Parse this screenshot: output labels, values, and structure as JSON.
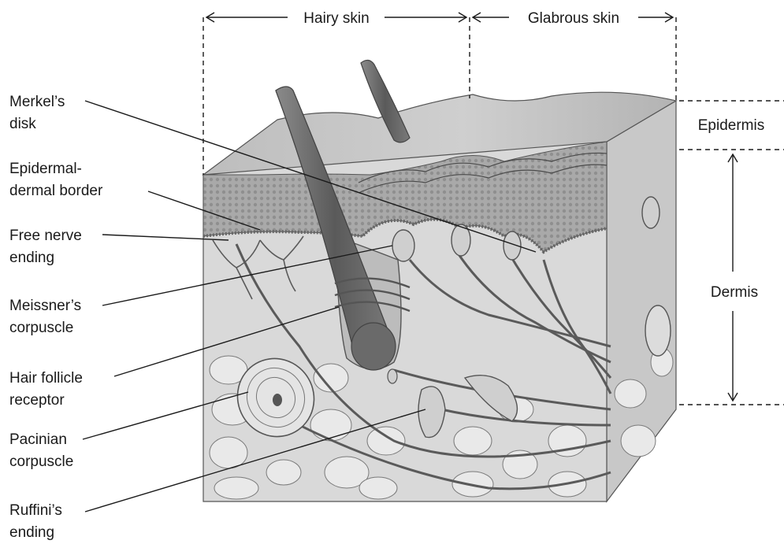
{
  "diagram": {
    "top_labels": {
      "hairy_skin": "Hairy skin",
      "glabrous_skin": "Glabrous skin"
    },
    "side_labels": {
      "epidermis": "Epidermis",
      "dermis": "Dermis"
    },
    "receptors": [
      {
        "line1": "Merkel’s",
        "line2": "disk"
      },
      {
        "line1": "Epidermal-",
        "line2": "dermal border"
      },
      {
        "line1": "Free nerve",
        "line2": "ending"
      },
      {
        "line1": "Meissner’s",
        "line2": "corpuscle"
      },
      {
        "line1": "Hair follicle",
        "line2": "receptor"
      },
      {
        "line1": "Pacinian",
        "line2": "corpuscle"
      },
      {
        "line1": "Ruffini’s",
        "line2": "ending"
      }
    ],
    "colors": {
      "ink": "#1a1a1a",
      "skin_surface": "#bdbdbd",
      "epidermis": "#a6a6a6",
      "dermis": "#d9d9d9",
      "fat": "#e9e9e9",
      "hair": "#6e6e6e"
    }
  }
}
